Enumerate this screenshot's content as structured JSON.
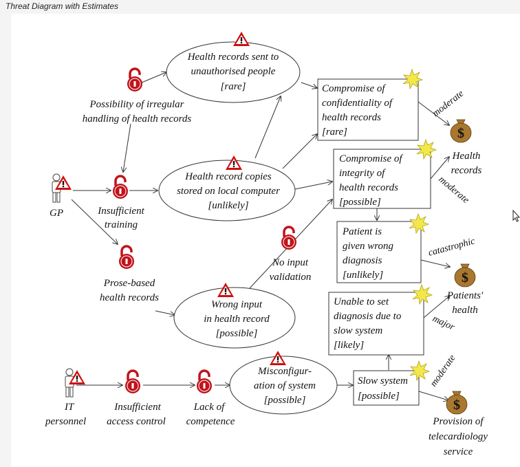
{
  "page_title": "Threat Diagram with Estimates",
  "actors": {
    "gp": {
      "label": "GP"
    },
    "it": {
      "line1": "IT",
      "line2": "personnel"
    }
  },
  "vulnerabilities": {
    "irregular": {
      "line1": "Possibility of irregular",
      "line2": "handling of health records"
    },
    "training": {
      "line1": "Insufficient",
      "line2": "training"
    },
    "prose": {
      "line1": "Prose-based",
      "line2": "health records"
    },
    "no_input": {
      "line1": "No input",
      "line2": "validation"
    },
    "access": {
      "line1": "Insufficient",
      "line2": "access control"
    },
    "competence": {
      "line1": "Lack of",
      "line2": "competence"
    }
  },
  "threat_scenarios": {
    "sent": {
      "line1": "Health records sent to",
      "line2": "unauthorised people",
      "line3": "[rare]"
    },
    "copies": {
      "line1": "Health record copies",
      "line2": "stored on local computer",
      "line3": "[unlikely]"
    },
    "wrong_input": {
      "line1": "Wrong input",
      "line2": "in health record",
      "line3": "[possible]"
    },
    "misconfig": {
      "line1": "Misconfigur-",
      "line2": "ation of system",
      "line3": "[possible]"
    }
  },
  "unwanted_incidents": {
    "confidentiality": {
      "line1": "Compromise of",
      "line2": "confidentiality of",
      "line3": "health records",
      "line4": "[rare]"
    },
    "integrity": {
      "line1": "Compromise of",
      "line2": "integrity of",
      "line3": "health records",
      "line4": "[possible]"
    },
    "wrong_diag": {
      "line1": "Patient is",
      "line2": "given wrong",
      "line3": "diagnosis",
      "line4": "[unlikely]"
    },
    "unable": {
      "line1": "Unable to set",
      "line2": "diagnosis due to",
      "line3": "slow system",
      "line4": "[likely]"
    },
    "slow": {
      "line1": "Slow system",
      "line2": "[possible]"
    }
  },
  "assets": {
    "health_records": {
      "line1": "Health",
      "line2": "records"
    },
    "patients_health": {
      "line1": "Patients'",
      "line2": "health"
    },
    "provision": {
      "line1": "Provision of",
      "line2": "telecardiology",
      "line3": "service"
    }
  },
  "consequences": {
    "c1": "moderate",
    "c2": "moderate",
    "c3": "catastrophic",
    "c4": "major",
    "c5": "moderate"
  },
  "icons": {
    "asset": "money-bag-icon",
    "threat": "warning-triangle-icon",
    "vulnerability": "open-padlock-icon",
    "incident": "explosion-star-icon",
    "actor": "person-icon"
  },
  "colors": {
    "padlock": "#c0141c",
    "warning": "#d01010",
    "star": "#f2e84a",
    "moneybag": "#a9772e"
  }
}
